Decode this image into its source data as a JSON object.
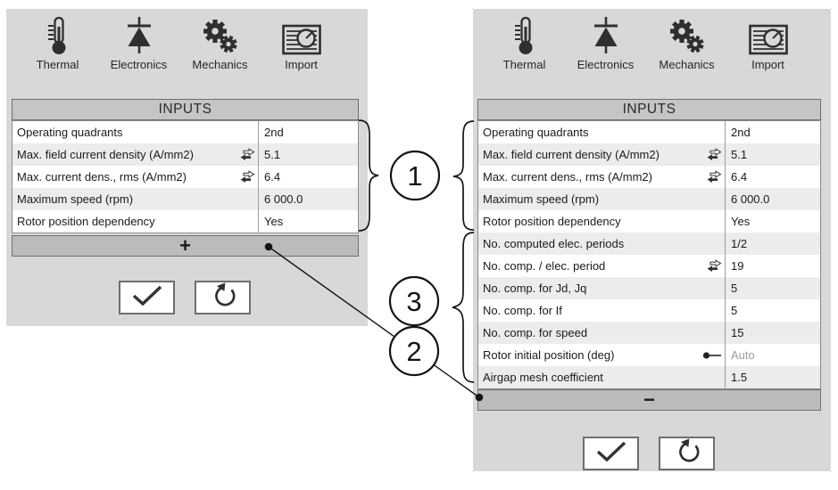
{
  "colors": {
    "panel_bg": "#d8d8d8",
    "header_bg": "#c5c5c5",
    "expander_bg": "#bbbbbb",
    "row_alt_bg": "#ececec",
    "border": "#6f6f6f",
    "muted_text": "#9c9c9c",
    "icon_color": "#2f2f2f"
  },
  "toolbar": {
    "items": [
      {
        "label": "Thermal",
        "icon": "thermometer-icon"
      },
      {
        "label": "Electronics",
        "icon": "diode-icon"
      },
      {
        "label": "Mechanics",
        "icon": "gears-icon"
      },
      {
        "label": "Import",
        "icon": "import-icon"
      }
    ]
  },
  "panels": {
    "left": {
      "inputs_title": "INPUTS",
      "rows": [
        {
          "label": "Operating quadrants",
          "value": "2nd"
        },
        {
          "label": "Max. field current density (A/mm2)",
          "value": "5.1",
          "icon": "swap-arrows"
        },
        {
          "label": "Max. current dens., rms (A/mm2)",
          "value": "6.4",
          "icon": "swap-arrows"
        },
        {
          "label": "Maximum speed (rpm)",
          "value": "6 000.0"
        },
        {
          "label": "Rotor position dependency",
          "value": "Yes"
        }
      ],
      "expander_label": "+"
    },
    "right": {
      "inputs_title": "INPUTS",
      "rows": [
        {
          "label": "Operating quadrants",
          "value": "2nd"
        },
        {
          "label": "Max. field current density (A/mm2)",
          "value": "5.1",
          "icon": "swap-arrows"
        },
        {
          "label": "Max. current dens., rms (A/mm2)",
          "value": "6.4",
          "icon": "swap-arrows"
        },
        {
          "label": "Maximum speed (rpm)",
          "value": "6 000.0"
        },
        {
          "label": "Rotor position dependency",
          "value": "Yes"
        },
        {
          "label": "No. computed elec. periods",
          "value": "1/2"
        },
        {
          "label": "No. comp. / elec. period",
          "value": "19",
          "icon": "swap-arrows"
        },
        {
          "label": "No. comp. for Jd, Jq",
          "value": "5"
        },
        {
          "label": "No. comp. for If",
          "value": "5"
        },
        {
          "label": "No. comp. for speed",
          "value": "15"
        },
        {
          "label": "Rotor initial position (deg)",
          "value": "Auto",
          "icon": "pin",
          "muted": true
        },
        {
          "label": "Airgap mesh coefficient",
          "value": "1.5"
        }
      ],
      "expander_label": "−"
    }
  },
  "callouts": {
    "c1": "1",
    "c2": "2",
    "c3": "3"
  }
}
